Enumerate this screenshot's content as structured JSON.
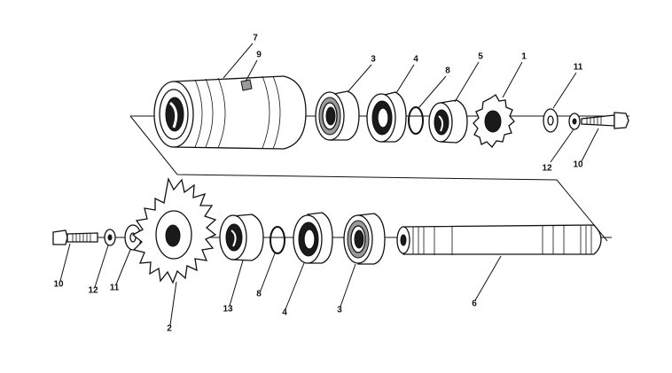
{
  "callouts": {
    "top_7": "7",
    "top_9": "9",
    "top_3": "3",
    "top_4": "4",
    "top_8": "8",
    "top_5": "5",
    "top_1": "1",
    "top_11": "11",
    "top_12": "12",
    "top_10": "10",
    "bot_10": "10",
    "bot_12": "12",
    "bot_11": "11",
    "bot_2": "2",
    "bot_13": "13",
    "bot_8": "8",
    "bot_4": "4",
    "bot_3": "3",
    "bot_6": "6"
  }
}
